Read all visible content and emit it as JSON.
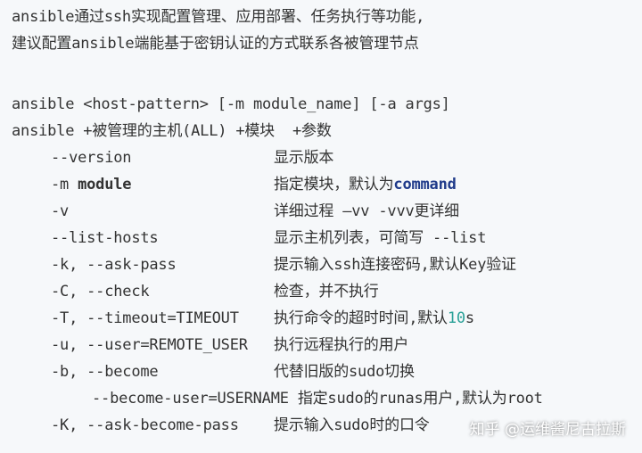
{
  "intro": {
    "line1": "ansible通过ssh实现配置管理、应用部署、任务执行等功能,",
    "line2": "建议配置ansible端能基于密钥认证的方式联系各被管理节点"
  },
  "syntax": {
    "line1": "ansible <host-pattern> [-m module_name] [-a args]",
    "line2": "ansible +被管理的主机(ALL) +模块  +参数"
  },
  "options": [
    {
      "flag": "--version",
      "desc": "显示版本"
    },
    {
      "flag_prefix": "-m ",
      "flag_bold": "module",
      "desc_prefix": "指定模块，默认为",
      "desc_highlight": "command"
    },
    {
      "flag": "-v",
      "desc": "详细过程 –vv -vvv更详细"
    },
    {
      "flag": "--list-hosts",
      "desc": "显示主机列表，可简写 --list"
    },
    {
      "flag": "-k, --ask-pass",
      "desc": "提示输入ssh连接密码,默认Key验证"
    },
    {
      "flag": "-C, --check",
      "desc": "检查，并不执行"
    },
    {
      "flag": "-T, --timeout=TIMEOUT",
      "desc_prefix": "执行命令的超时时间,默认",
      "desc_number": "10",
      "desc_suffix": "s"
    },
    {
      "flag": "-u, --user=REMOTE_USER",
      "desc": "执行远程执行的用户"
    },
    {
      "flag": "-b, --become",
      "desc": "代替旧版的sudo切换"
    },
    {
      "flag": "--become-user=USERNAME",
      "desc": "指定sudo的runas用户,默认为root"
    },
    {
      "flag": "-K, --ask-become-pass",
      "desc": "提示输入sudo时的口令"
    }
  ],
  "watermark": "知乎 @运维酱尼古拉斯"
}
